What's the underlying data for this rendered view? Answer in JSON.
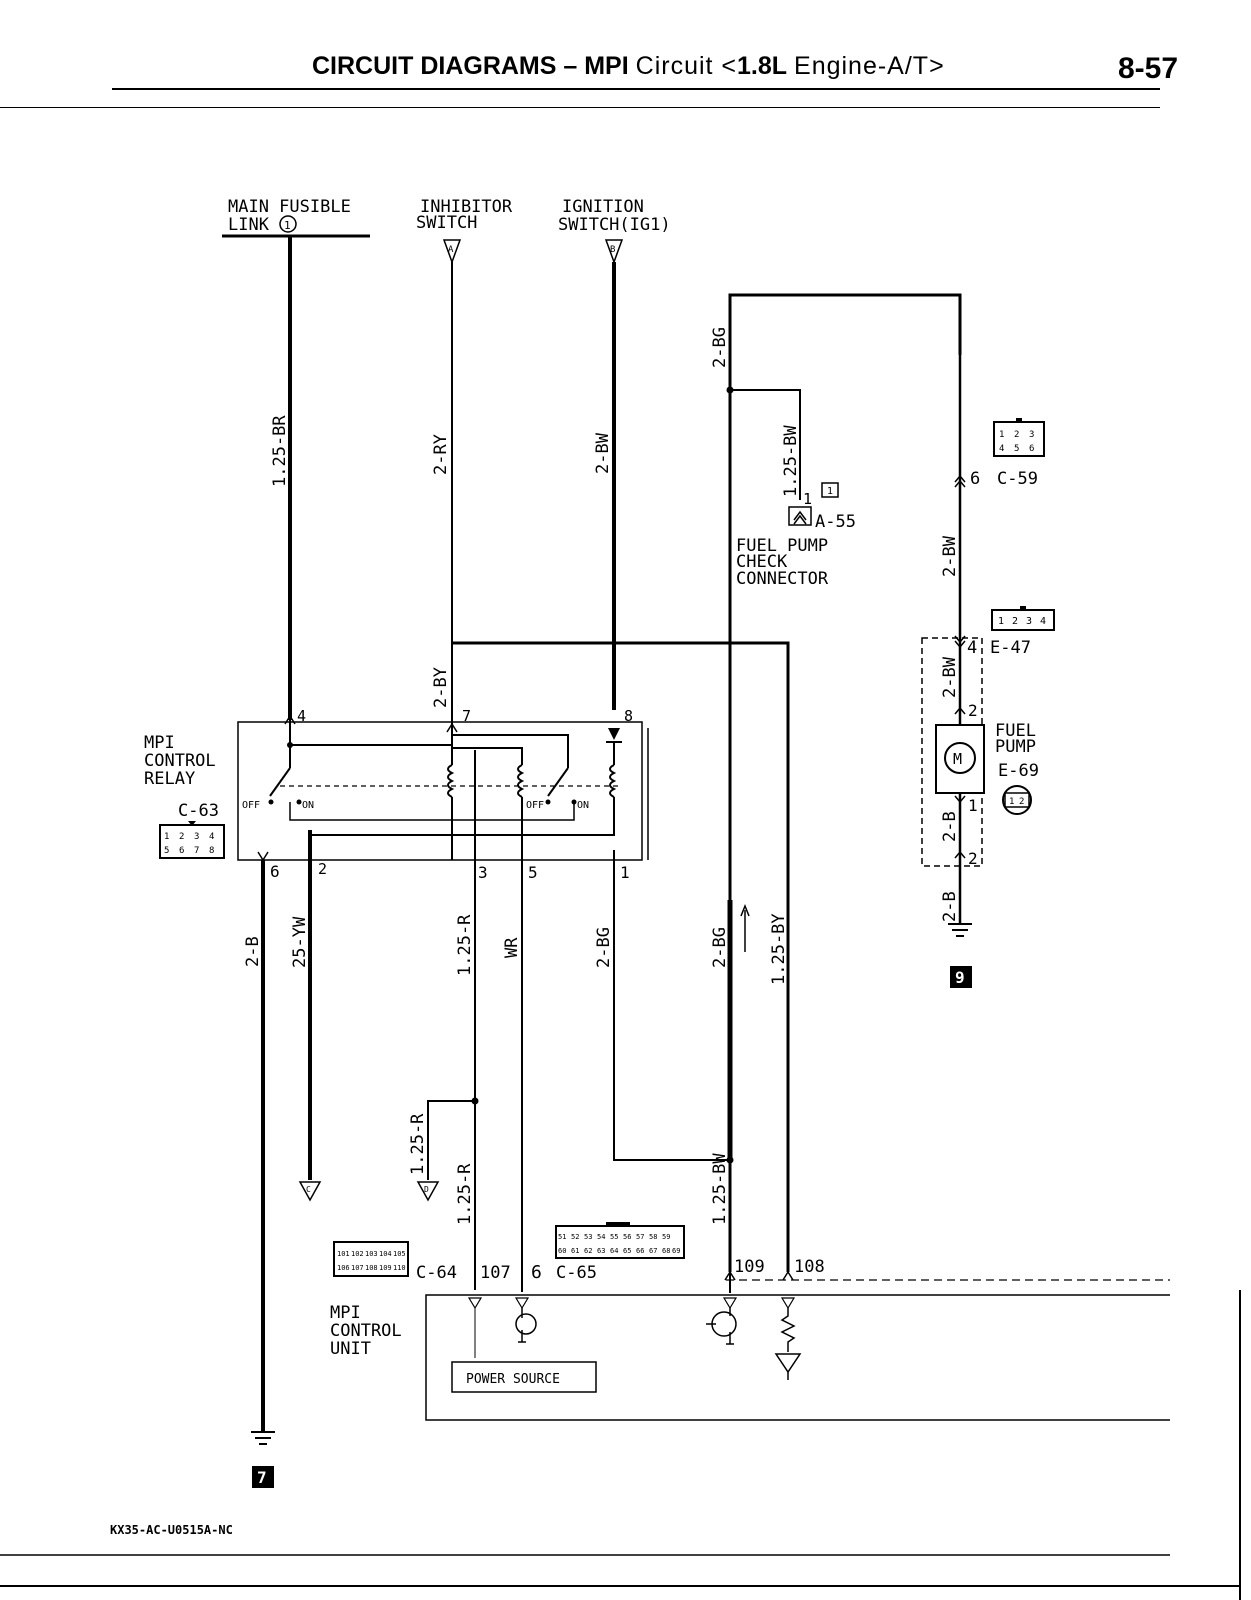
{
  "header": {
    "title_prefix": "CIRCUIT DIAGRAMS – MPI",
    "title_circuit": "Circuit <",
    "title_displacement": "1.8L",
    "title_suffix": "Engine-A/T>",
    "page_number": "8-57"
  },
  "sources": {
    "main_fusible_link_line1": "MAIN FUSIBLE",
    "main_fusible_link_line2": "LINK",
    "main_fusible_link_num": "1",
    "inhibitor_line1": "INHIBITOR",
    "inhibitor_line2": "SWITCH",
    "inhibitor_ref": "A",
    "ignition_line1": "IGNITION",
    "ignition_line2": "SWITCH(IG1)",
    "ignition_ref": "B"
  },
  "wires": {
    "w_125br": "1.25-BR",
    "w_2ry": "2-RY",
    "w_2bw_top": "2-BW",
    "w_2bg_top": "2-BG",
    "w_125bw_check": "1.25-BW",
    "w_2bw_right": "2-BW",
    "w_2bw_box": "2-BW",
    "w_2b_box": "2-B",
    "w_2b_bottom_right": "2-B",
    "w_2by": "2-BY",
    "w_2b_left": "2-B",
    "w_25yw": "25-YW",
    "w_125r": "1.25-R",
    "w_wr": "WR",
    "w_2bg_mid": "2-BG",
    "w_2bg_right": "2-BG",
    "w_125by": "1.25-BY",
    "w_125r_branch": "1.25-R",
    "w_125r_lower": "1.25-R",
    "w_125bw_lower": "1.25-BW"
  },
  "connectors": {
    "a55": "A-55",
    "a55_pin": "1",
    "a55_face": "1",
    "check_line1": "FUEL PUMP",
    "check_line2": "CHECK",
    "check_line3": "CONNECTOR",
    "c59": "C-59",
    "c59_pin": "6",
    "c59_pins": [
      "1",
      "2",
      "3",
      "4",
      "5",
      "6"
    ],
    "e47": "E-47",
    "e47_pin": "4",
    "e47_pins": [
      "1",
      "2",
      "3",
      "4"
    ],
    "fuel_pump_line1": "FUEL",
    "fuel_pump_line2": "PUMP",
    "e69": "E-69",
    "e69_pins": [
      "1",
      "2"
    ],
    "pump_pin_top": "2",
    "pump_pin_bottom": "1",
    "ground_pin": "2",
    "motor_symbol": "M",
    "c63": "C-63",
    "c63_pins": [
      "1",
      "2",
      "3",
      "4",
      "5",
      "6",
      "7",
      "8"
    ],
    "c64": "C-64",
    "c64_pins": [
      "101",
      "102",
      "103",
      "104",
      "105",
      "106",
      "107",
      "108",
      "109",
      "110"
    ],
    "c65": "C-65",
    "c65_pins": [
      "51",
      "52",
      "53",
      "54",
      "55",
      "56",
      "57",
      "58",
      "59",
      "60",
      "61",
      "62",
      "63",
      "64",
      "65",
      "66",
      "67",
      "68",
      "69"
    ],
    "pin_107": "107",
    "pin_6_c65": "6",
    "pin_109": "109",
    "pin_108": "108"
  },
  "relay": {
    "label_line1": "MPI",
    "label_line2": "CONTROL",
    "label_line3": "RELAY",
    "pin_4": "4",
    "pin_7": "7",
    "pin_8": "8",
    "pin_6": "6",
    "pin_2": "2",
    "pin_3": "3",
    "pin_5": "5",
    "pin_1": "1",
    "off_left": "OFF",
    "on_left": "ON",
    "off_right": "OFF",
    "on_right": "ON"
  },
  "ecu": {
    "label_line1": "MPI",
    "label_line2": "CONTROL",
    "label_line3": "UNIT",
    "power_source": "POWER SOURCE"
  },
  "grounds": {
    "g7": "7",
    "g9": "9",
    "ref_c": "C",
    "ref_d": "D"
  },
  "footer": {
    "code": "KX35-AC-U0515A-NC"
  }
}
